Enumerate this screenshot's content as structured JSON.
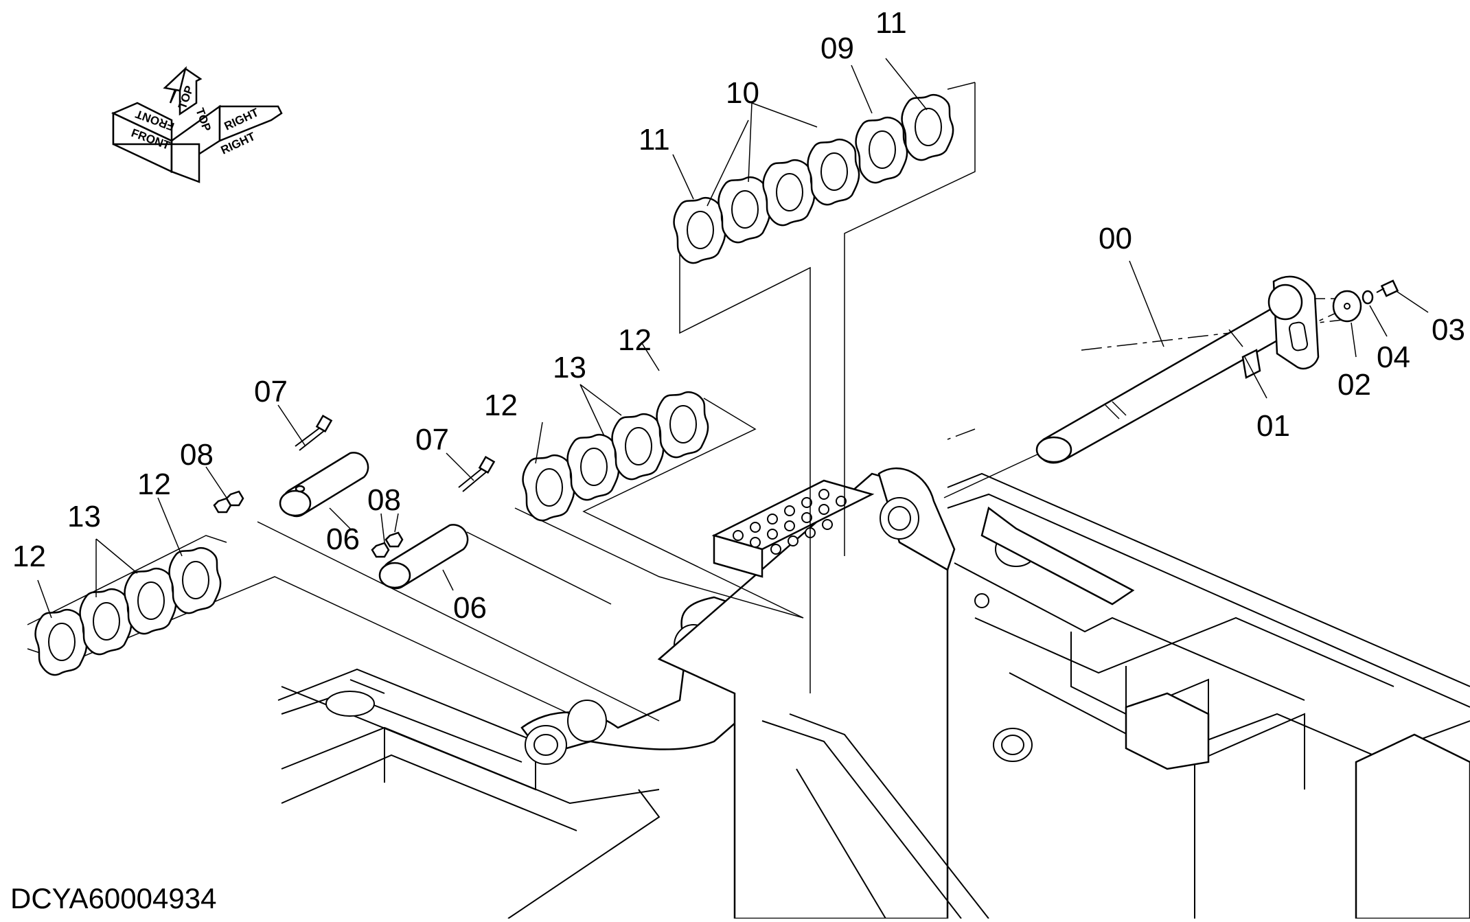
{
  "orientation": {
    "front": "FRONT",
    "top_left": "TOP",
    "top_right": "TOP",
    "right": "RIGHT"
  },
  "callouts": {
    "c00": "00",
    "c01": "01",
    "c02": "02",
    "c03": "03",
    "c04": "04",
    "c06a": "06",
    "c06b": "06",
    "c07a": "07",
    "c07b": "07",
    "c08a": "08",
    "c08b": "08",
    "c09": "09",
    "c10": "10",
    "c11a": "11",
    "c11b": "11",
    "c12a": "12",
    "c12b": "12",
    "c12c": "12",
    "c12d": "12",
    "c13a": "13",
    "c13b": "13"
  },
  "document_id": "DCYA60004934"
}
